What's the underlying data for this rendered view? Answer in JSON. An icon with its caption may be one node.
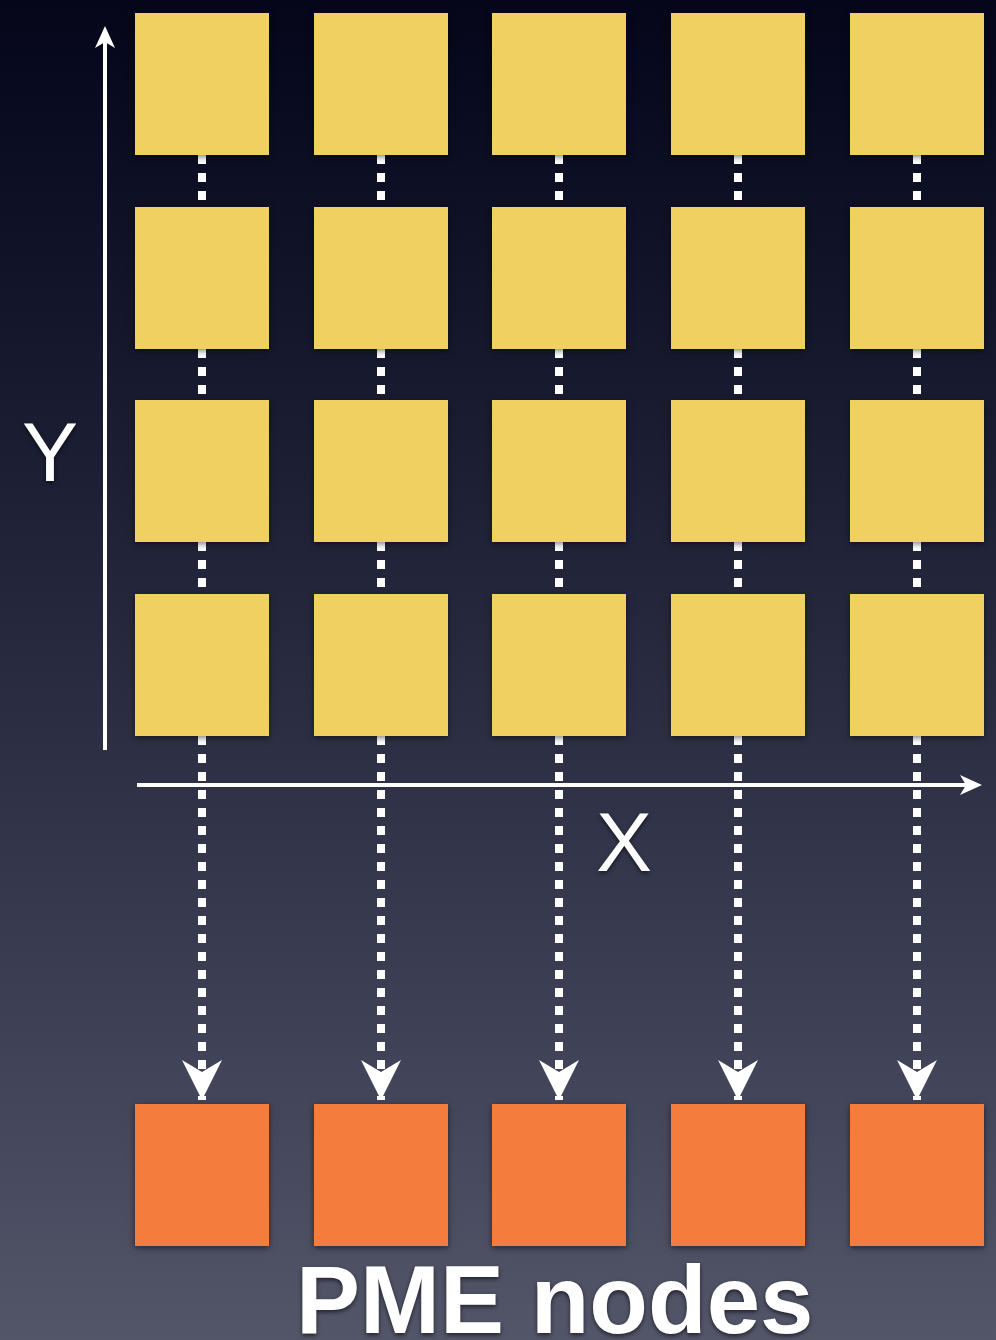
{
  "diagram": {
    "nodes": [
      {
        "text": [],
        "shape": "box"
      },
      {
        "text": [],
        "shape": "box"
      },
      {
        "text": [],
        "shape": "box"
      },
      {
        "text": [],
        "shape": "box"
      },
      {
        "text": [],
        "shape": "box"
      },
      {
        "text": [],
        "shape": "box"
      },
      {
        "text": [],
        "shape": "box"
      },
      {
        "text": [],
        "shape": "box"
      },
      {
        "text": [],
        "shape": "box"
      },
      {
        "text": [],
        "shape": "box"
      },
      {
        "text": [],
        "shape": "box"
      },
      {
        "text": [],
        "shape": "box"
      },
      {
        "text": [],
        "shape": "box"
      },
      {
        "text": [],
        "shape": "box"
      },
      {
        "text": [],
        "shape": "box"
      },
      {
        "text": [],
        "shape": "box"
      },
      {
        "text": [],
        "shape": "box"
      },
      {
        "text": [],
        "shape": "box"
      },
      {
        "text": [],
        "shape": "box"
      },
      {
        "text": [],
        "shape": "box"
      },
      {
        "text": [],
        "shape": "box"
      },
      {
        "text": [],
        "shape": "box"
      },
      {
        "text": [],
        "shape": "box"
      },
      {
        "text": [],
        "shape": "box"
      },
      {
        "text": [],
        "shape": "box"
      }
    ],
    "edges": [
      {
        "from": 0,
        "to": 5,
        "arrow": "none",
        "style": "dashed"
      },
      {
        "from": 5,
        "to": 10,
        "arrow": "none",
        "style": "dashed"
      },
      {
        "from": 10,
        "to": 15,
        "arrow": "none",
        "style": "dashed"
      },
      {
        "from": 15,
        "to": 20,
        "arrow": "to",
        "style": "dashed"
      },
      {
        "from": 1,
        "to": 6,
        "arrow": "none",
        "style": "dashed"
      },
      {
        "from": 6,
        "to": 11,
        "arrow": "none",
        "style": "dashed"
      },
      {
        "from": 11,
        "to": 16,
        "arrow": "none",
        "style": "dashed"
      },
      {
        "from": 16,
        "to": 21,
        "arrow": "to",
        "style": "dashed"
      },
      {
        "from": 2,
        "to": 7,
        "arrow": "none",
        "style": "dashed"
      },
      {
        "from": 7,
        "to": 12,
        "arrow": "none",
        "style": "dashed"
      },
      {
        "from": 12,
        "to": 17,
        "arrow": "none",
        "style": "dashed"
      },
      {
        "from": 17,
        "to": 22,
        "arrow": "to",
        "style": "dashed"
      },
      {
        "from": 3,
        "to": 8,
        "arrow": "none",
        "style": "dashed"
      },
      {
        "from": 8,
        "to": 13,
        "arrow": "none",
        "style": "dashed"
      },
      {
        "from": 13,
        "to": 18,
        "arrow": "none",
        "style": "dashed"
      },
      {
        "from": 18,
        "to": 23,
        "arrow": "to",
        "style": "dashed"
      },
      {
        "from": 4,
        "to": 9,
        "arrow": "none",
        "style": "dashed"
      },
      {
        "from": 9,
        "to": 14,
        "arrow": "none",
        "style": "dashed"
      },
      {
        "from": 14,
        "to": 19,
        "arrow": "none",
        "style": "dashed"
      },
      {
        "from": 19,
        "to": 24,
        "arrow": "to",
        "style": "dashed"
      }
    ],
    "labels": [
      "Y",
      "X",
      "PME nodes"
    ]
  }
}
